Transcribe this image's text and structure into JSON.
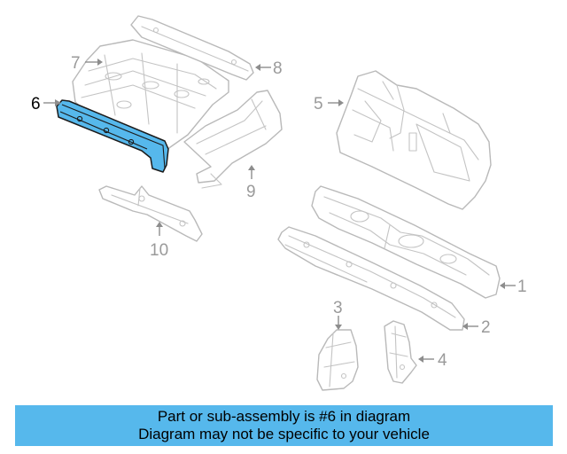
{
  "callouts": [
    {
      "id": "1",
      "label": "1",
      "highlighted": false
    },
    {
      "id": "2",
      "label": "2",
      "highlighted": false
    },
    {
      "id": "3",
      "label": "3",
      "highlighted": false
    },
    {
      "id": "4",
      "label": "4",
      "highlighted": false
    },
    {
      "id": "5",
      "label": "5",
      "highlighted": false
    },
    {
      "id": "6",
      "label": "6",
      "highlighted": true
    },
    {
      "id": "7",
      "label": "7",
      "highlighted": false
    },
    {
      "id": "8",
      "label": "8",
      "highlighted": false
    },
    {
      "id": "9",
      "label": "9",
      "highlighted": false
    },
    {
      "id": "10",
      "label": "10",
      "highlighted": false
    }
  ],
  "banner": {
    "line1": "Part or sub-assembly is #6 in diagram",
    "line2": "Diagram may not be specific to your vehicle",
    "background_color": "#56b8ec"
  },
  "colors": {
    "highlight": "#56b8ec",
    "outline": "#b9b9b9",
    "leader": "#8d8d8d"
  }
}
